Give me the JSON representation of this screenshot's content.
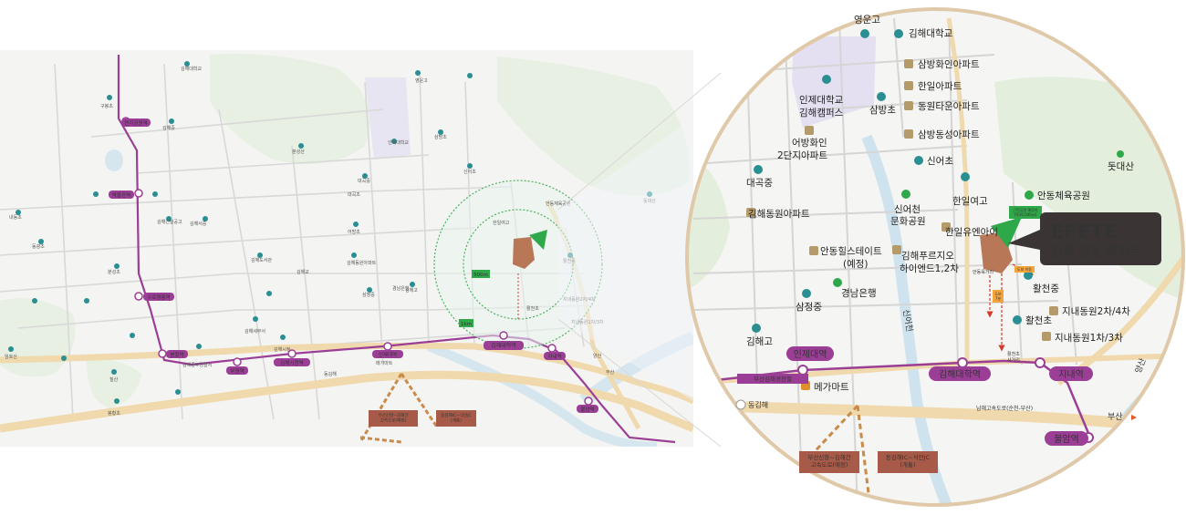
{
  "colors": {
    "accent_purple": "#9b3f96",
    "road_beige": "#f0d9ad",
    "green_area": "#e3eedc",
    "water": "#cfe3ee",
    "campus_lavender": "#e4e0f1",
    "project_brown": "#b87858",
    "callout_dark": "#3a3434",
    "highway_dash": "#c98a4a"
  },
  "callout": {
    "brand": "EFETE",
    "name": "김해 안동 에피트"
  },
  "zoom_map": {
    "landmarks": [
      {
        "name": "영운고",
        "icon": "school-icon"
      },
      {
        "name": "김해대학교",
        "icon": "school-icon"
      },
      {
        "name": "삼방화인아파트",
        "icon": "apartment-icon"
      },
      {
        "name": "한일아파트",
        "icon": "apartment-icon"
      },
      {
        "name": "동원타운아파트",
        "icon": "apartment-icon"
      },
      {
        "name": "삼방동성아파트",
        "icon": "apartment-icon"
      },
      {
        "name": "인제대학교",
        "icon": "school-icon"
      },
      {
        "name": "김해캠퍼스",
        "icon": "none"
      },
      {
        "name": "삼방초",
        "icon": "school-icon"
      },
      {
        "name": "어방화인",
        "icon": "apartment-icon"
      },
      {
        "name": "2단지아파트",
        "icon": "none"
      },
      {
        "name": "신어초",
        "icon": "school-icon"
      },
      {
        "name": "대곡중",
        "icon": "school-icon"
      },
      {
        "name": "돗대산",
        "icon": "mountain-icon"
      },
      {
        "name": "한일여고",
        "icon": "school-icon"
      },
      {
        "name": "안동체육공원",
        "icon": "park-icon"
      },
      {
        "name": "신어천",
        "icon": "park-icon"
      },
      {
        "name": "문화공원",
        "icon": "none"
      },
      {
        "name": "김해동원아파트",
        "icon": "apartment-icon"
      },
      {
        "name": "한일유엔아이",
        "icon": "apartment-icon"
      },
      {
        "name": "안동힐스테이트",
        "icon": "apartment-icon"
      },
      {
        "name": "(예정)",
        "icon": "none"
      },
      {
        "name": "김해푸르지오",
        "icon": "apartment-icon"
      },
      {
        "name": "하이엔드1,2차",
        "icon": "none"
      },
      {
        "name": "활천중",
        "icon": "school-icon"
      },
      {
        "name": "경남은행",
        "icon": "bank-icon"
      },
      {
        "name": "삼정중",
        "icon": "school-icon"
      },
      {
        "name": "활천초",
        "icon": "school-icon"
      },
      {
        "name": "지내동원2차/4차",
        "icon": "apartment-icon"
      },
      {
        "name": "김해고",
        "icon": "school-icon"
      },
      {
        "name": "지내동원1차/3차",
        "icon": "apartment-icon"
      },
      {
        "name": "메가마트",
        "icon": "mart-icon"
      }
    ],
    "stations": [
      "인제대역",
      "김해대학역",
      "지내역",
      "불암역"
    ],
    "roads": {
      "rail_line": "부산김해경전철",
      "highway": "남해고속도로(순천-부산)",
      "ic": "동김해",
      "river": "신어천",
      "busan": "부산",
      "yangsan": "양산"
    },
    "boxes": {
      "planned": "부산신항~김해간\n고속도로(예정)",
      "opened": "동김해IC~식만JC\n(개통)"
    },
    "minor": {
      "park_plan": "근린공원 예정지\n(약30,000㎡)",
      "walk1": "도보 이동",
      "walk2": "안동육거리",
      "walk3": "활천초\n사거리",
      "walk4": "도보\n7분"
    }
  },
  "overview_map": {
    "stations": [
      "인제대역",
      "김해대학역",
      "지내역",
      "불암역",
      "부원역",
      "봉황역",
      "수로왕릉역",
      "박물관역",
      "연지공원역",
      "김해시청역"
    ],
    "labels": [
      "500m",
      "1km",
      "부산",
      "양산",
      "동김해",
      "분성산",
      "돗대산",
      "임호산",
      "칠산"
    ],
    "boxes": [
      "부산신항~김해간\n고속도로(예정)",
      "동김해IC~식만JC\n(개통)"
    ],
    "small_labels": [
      "김해대학교",
      "영운고",
      "삼방초",
      "신어초",
      "대곡중",
      "대곡초",
      "어방초",
      "삼정중",
      "김해고",
      "활천중",
      "활천초",
      "경남은행",
      "메가마트",
      "봉황초",
      "구봉초",
      "김해중",
      "내동초",
      "동광초",
      "분성초",
      "김해교",
      "김해도서관",
      "김해서중",
      "김해건설공고",
      "김해시청",
      "김해세무서",
      "김해동원아파트",
      "지내동원1차/3차",
      "지내동원2차/4차",
      "안동체육공원",
      "한일여고",
      "인제대학교",
      "김해중부경찰서"
    ]
  }
}
